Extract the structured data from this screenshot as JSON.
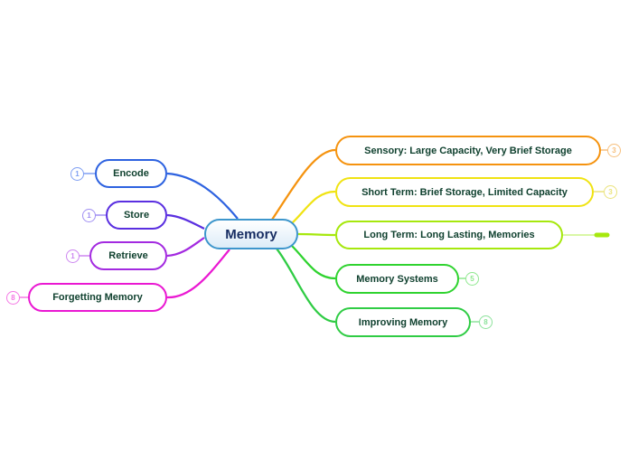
{
  "canvas": {
    "background": "#ffffff"
  },
  "shared": {
    "node_text_color": "#10412f",
    "node_background": "#ffffff"
  },
  "root": {
    "label": "Memory",
    "text_color": "#182e63",
    "border_color": "#3d96cc",
    "background": "#e6f2fa"
  },
  "left_branches": [
    {
      "label": "Encode",
      "badge": "1",
      "color": "#2d62e0",
      "badge_color": "#7f9ff2"
    },
    {
      "label": "Store",
      "badge": "1",
      "color": "#5a2fe0",
      "badge_color": "#a08ff2"
    },
    {
      "label": "Retrieve",
      "badge": "1",
      "color": "#a32ae0",
      "badge_color": "#cd86f0"
    },
    {
      "label": "Forgetting Memory",
      "badge": "8",
      "color": "#ea18d2",
      "badge_color": "#f478e4"
    }
  ],
  "right_branches": [
    {
      "label": "Sensory: Large Capacity, Very Brief Storage",
      "badge": "3",
      "color": "#f5930f",
      "badge_color": "#f6bf7d"
    },
    {
      "label": "Short Term: Brief Storage, Limited Capacity",
      "badge": "3",
      "color": "#f0e312",
      "badge_color": "#eae37c"
    },
    {
      "label": "Long Term: Long Lasting, Memories",
      "color": "#a6e80e",
      "tail_color": "#d9f7a6"
    },
    {
      "label": "Memory Systems",
      "badge": "5",
      "color": "#2fd32f",
      "badge_color": "#8fe88f"
    },
    {
      "label": "Improving Memory",
      "badge": "8",
      "color": "#2fcc44",
      "badge_color": "#8ce29b"
    }
  ]
}
